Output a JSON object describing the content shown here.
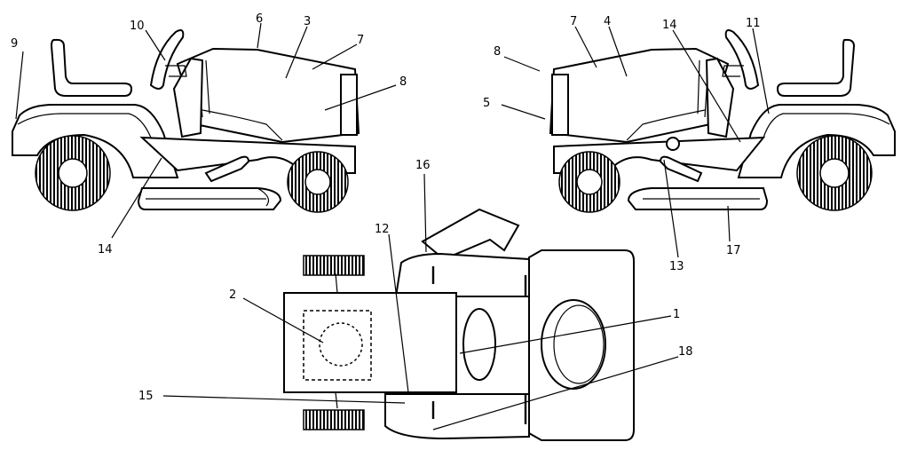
{
  "callouts": {
    "c1": "1",
    "c2": "2",
    "c3": "3",
    "c4": "4",
    "c5": "5",
    "c6": "6",
    "c7a": "7",
    "c7b": "7",
    "c8a": "8",
    "c8b": "8",
    "c9": "9",
    "c10": "10",
    "c11": "11",
    "c12": "12",
    "c13": "13",
    "c14a": "14",
    "c14b": "14",
    "c15": "15",
    "c16": "16",
    "c17": "17",
    "c18": "18"
  }
}
